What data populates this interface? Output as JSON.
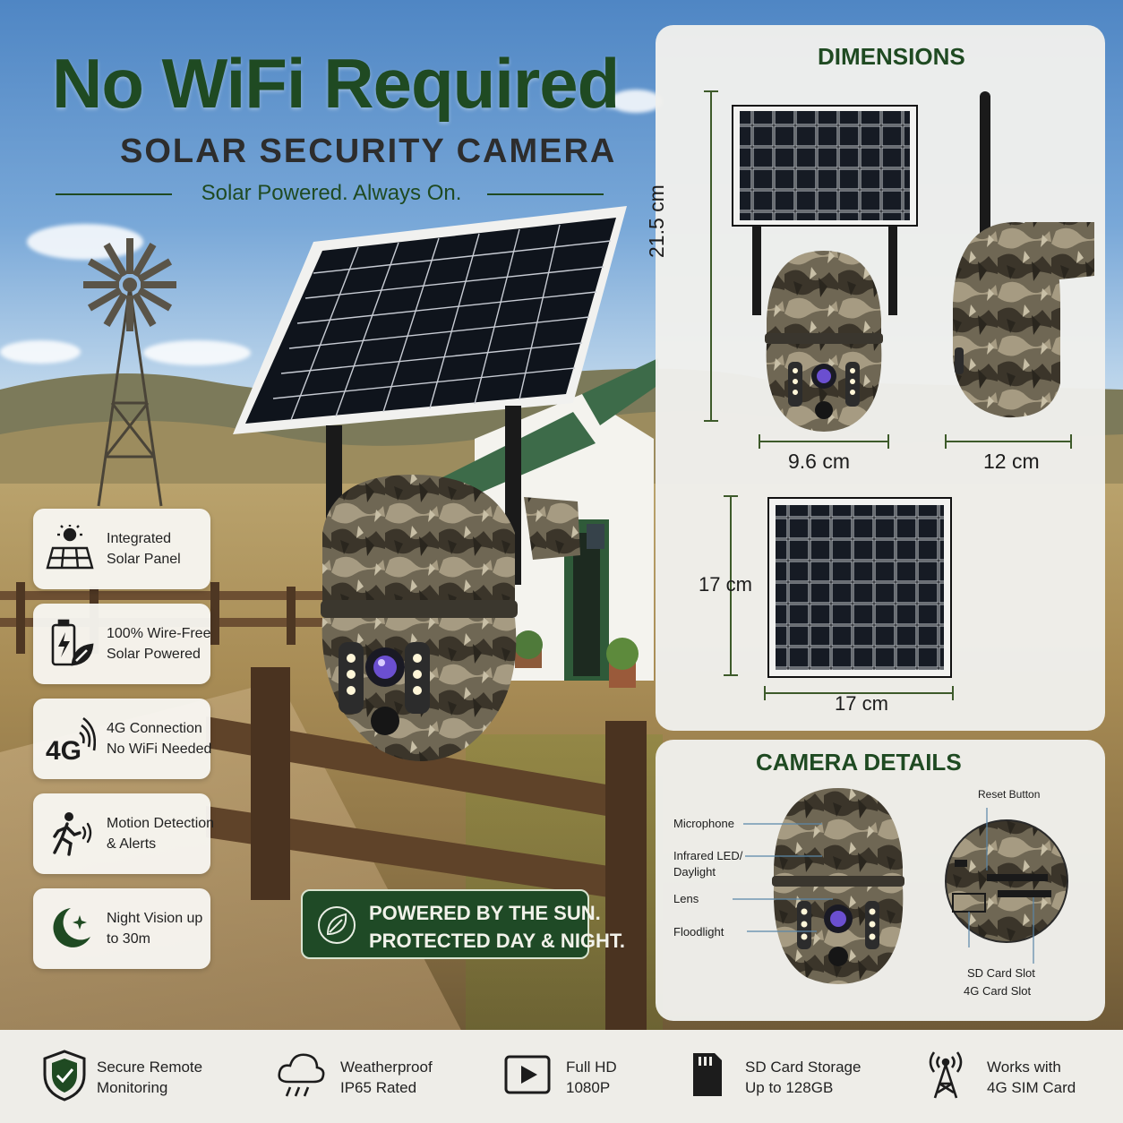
{
  "header": {
    "title": "No WiFi Required",
    "subtitle": "SOLAR SECURITY CAMERA",
    "tagline": "Solar Powered. Always On."
  },
  "features": [
    {
      "icon": "solar-panel-icon",
      "line1": "Integrated",
      "line2": "Solar Panel"
    },
    {
      "icon": "battery-leaf-icon",
      "line1": "100% Wire-Free",
      "line2": "Solar Powered"
    },
    {
      "icon": "4g-signal-icon",
      "line1": "4G Connection",
      "line2": "No WiFi Needed",
      "badge": "4G"
    },
    {
      "icon": "running-person-icon",
      "line1": "Motion Detection",
      "line2": "& Alerts"
    },
    {
      "icon": "moon-star-icon",
      "line1": "Night Vision up",
      "line2": "to 30m"
    }
  ],
  "promo": {
    "line1": "POWERED BY THE SUN.",
    "line2": "PROTECTED DAY & NIGHT."
  },
  "dimensions": {
    "heading": "DIMENSIONS",
    "height": "21.5 cm",
    "width": "9.6 cm",
    "depth": "12 cm",
    "panel_height": "17 cm",
    "panel_width": "17 cm"
  },
  "camera_details": {
    "heading": "CAMERA DETAILS",
    "microphone": "Microphone",
    "infrared_1": "Infrared LED/",
    "infrared_2": "Daylight",
    "lens": "Lens",
    "floodlight": "Floodlight",
    "reset": "Reset Button",
    "sd_slot": "SD Card Slot",
    "sim_slot": "4G Card Slot"
  },
  "bottom_features": [
    {
      "icon": "shield-check-icon",
      "line1": "Secure Remote",
      "line2": "Monitoring"
    },
    {
      "icon": "cloud-rain-icon",
      "line1": "Weatherproof",
      "line2": "IP65 Rated"
    },
    {
      "icon": "play-icon",
      "line1": "Full HD",
      "line2": "1080P"
    },
    {
      "icon": "sd-card-icon",
      "line1": "SD Card Storage",
      "line2": "Up to 128GB"
    },
    {
      "icon": "antenna-tower-icon",
      "line1": "Works with",
      "line2": "4G SIM Card"
    }
  ],
  "colors": {
    "brand_green": "#1f4a22",
    "panel_bg": "#f0f0ec",
    "camo": "#6b6250"
  }
}
